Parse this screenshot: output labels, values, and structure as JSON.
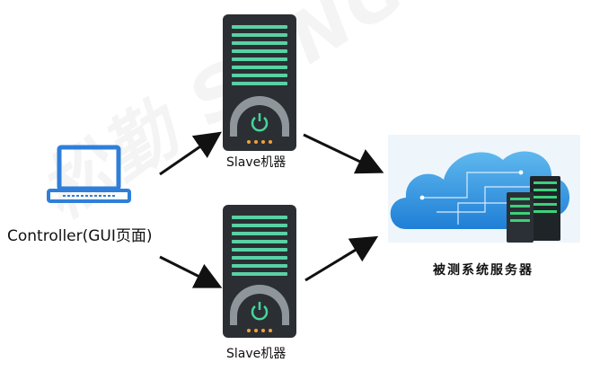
{
  "labels": {
    "controller": "Controller(GUI页面)",
    "slave_top": "Slave机器",
    "slave_bottom": "Slave机器",
    "target": "被测系统服务器"
  },
  "watermark": "松勤 SONGQIN",
  "colors": {
    "server_body": "#2b2f33",
    "server_stripe": "#59d1a4",
    "power_green": "#45d59b",
    "led_orange": "#f2a23a",
    "monitor_blue": "#2f7fd8",
    "cloud_blue": "#2a8ee0",
    "arrow": "#111111"
  },
  "icons": [
    "monitor-icon",
    "server-icon",
    "power-icon",
    "cloud-icon",
    "server-rack-icon",
    "arrow-icon"
  ]
}
